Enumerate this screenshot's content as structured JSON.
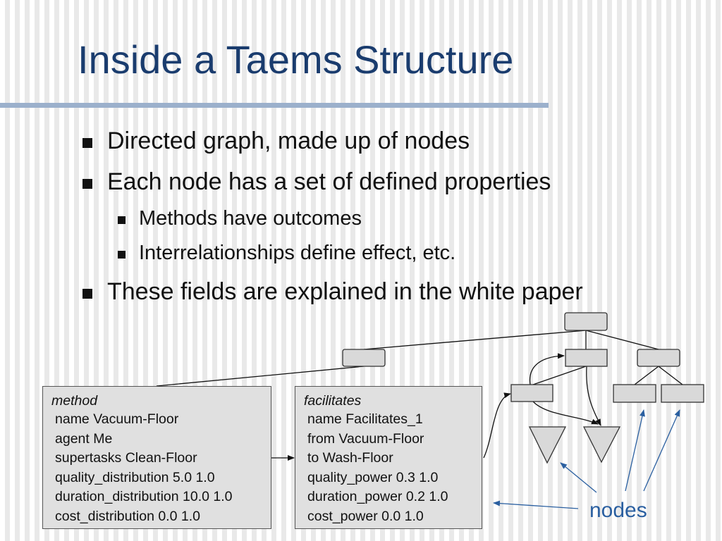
{
  "slide": {
    "title": "Inside a Taems Structure",
    "bullets": [
      {
        "text": "Directed graph, made up of nodes",
        "level": 1
      },
      {
        "text": "Each node has a set of defined properties",
        "level": 1
      },
      {
        "text": "Methods have outcomes",
        "level": 2
      },
      {
        "text": "Interrelationships define effect, etc.",
        "level": 2
      },
      {
        "text": "These fields are explained in the white paper",
        "level": 1
      }
    ]
  },
  "method_box": {
    "header": "method",
    "lines": [
      "name Vacuum-Floor",
      "agent Me",
      "supertasks Clean-Floor",
      "quality_distribution 5.0 1.0",
      "duration_distribution 10.0 1.0",
      "cost_distribution 0.0 1.0"
    ]
  },
  "facilitates_box": {
    "header": "facilitates",
    "lines": [
      "name Facilitates_1",
      "from Vacuum-Floor",
      "to Wash-Floor",
      "quality_power 0.3 1.0",
      "duration_power 0.2 1.0",
      "cost_power 0.0 1.0"
    ]
  },
  "diagram": {
    "nodes_label": "nodes",
    "colors": {
      "title": "#1a3c6e",
      "rule": "#9bb0cc",
      "node_fill": "#d9d9d9",
      "annotation_arrow": "#2a5fa0"
    }
  }
}
